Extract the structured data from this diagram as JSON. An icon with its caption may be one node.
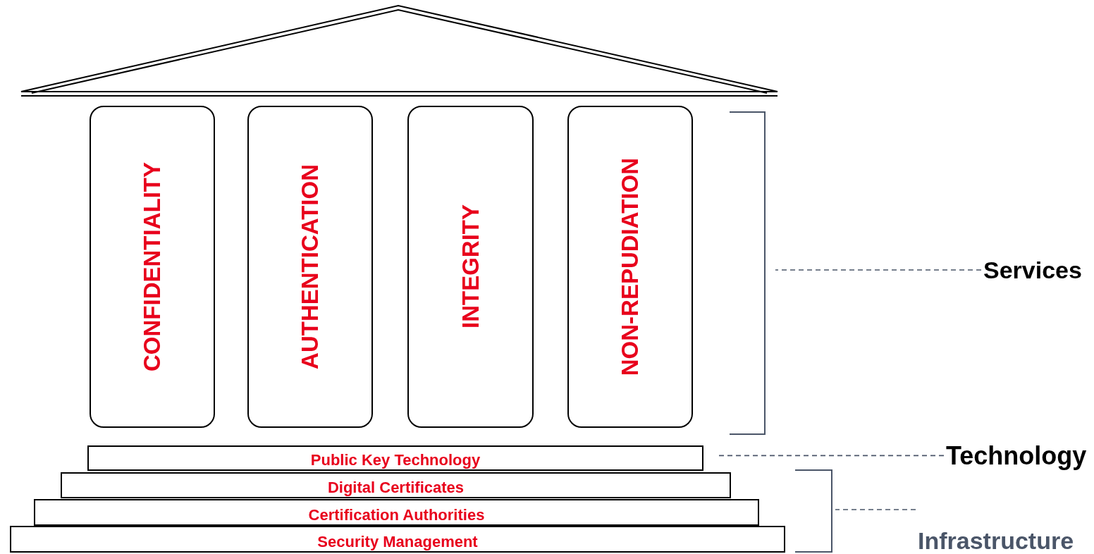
{
  "diagram": {
    "nodes": [
      {
        "text": [
          "CONFIDENTIALITY"
        ]
      },
      {
        "text": [
          "AUTHENTICATION"
        ]
      },
      {
        "text": [
          "INTEGRITY"
        ]
      },
      {
        "text": [
          "NON-REPUDIATION"
        ]
      },
      {
        "text": [
          "Services"
        ]
      },
      {
        "text": [
          "Public Key Technology"
        ]
      },
      {
        "text": [
          "Technology"
        ]
      },
      {
        "text": [
          "Digital Certificates"
        ]
      },
      {
        "text": [
          "Certification Authorities"
        ]
      },
      {
        "text": [
          "Infrastructure"
        ]
      },
      {
        "text": [
          "Security Management"
        ]
      }
    ],
    "edges": [
      {
        "from": 4,
        "to": null,
        "arrow": "none",
        "style": "dashed"
      },
      {
        "from": 6,
        "to": 5,
        "arrow": "none",
        "style": "dashed"
      },
      {
        "from": 9,
        "to": 10,
        "arrow": "none",
        "style": "dashed"
      }
    ]
  }
}
